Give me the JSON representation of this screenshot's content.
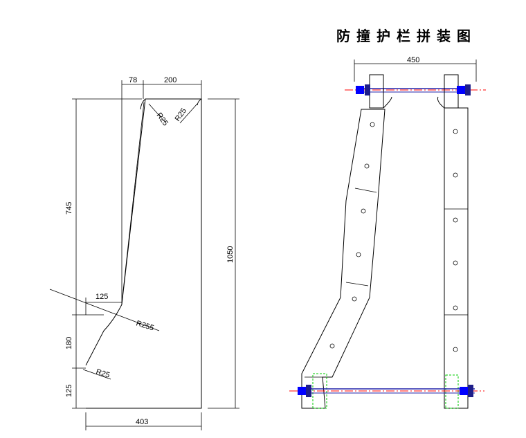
{
  "title": "防撞护栏拼装图",
  "profile": {
    "top_offset": "78",
    "top_width": "200",
    "radius_top_left": "R25",
    "radius_top_right": "R25",
    "height_upper": "745",
    "height_total": "1050",
    "toe_offset": "125",
    "radius_mid": "R255",
    "height_mid": "180",
    "radius_low": "R25",
    "height_low": "125",
    "base_width": "403"
  },
  "assembly": {
    "overall_width": "450"
  },
  "colors": {
    "bolt": "#0000ff",
    "centerline": "#ff0000",
    "rod": "#2222aa",
    "plate": "#00cc00"
  }
}
